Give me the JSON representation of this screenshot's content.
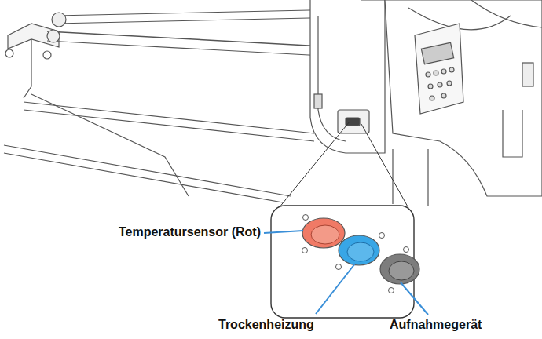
{
  "diagram": {
    "labels": [
      "Temperatursensor (Rot)",
      "Trockenheizung",
      "Aufnahmegerät"
    ]
  }
}
